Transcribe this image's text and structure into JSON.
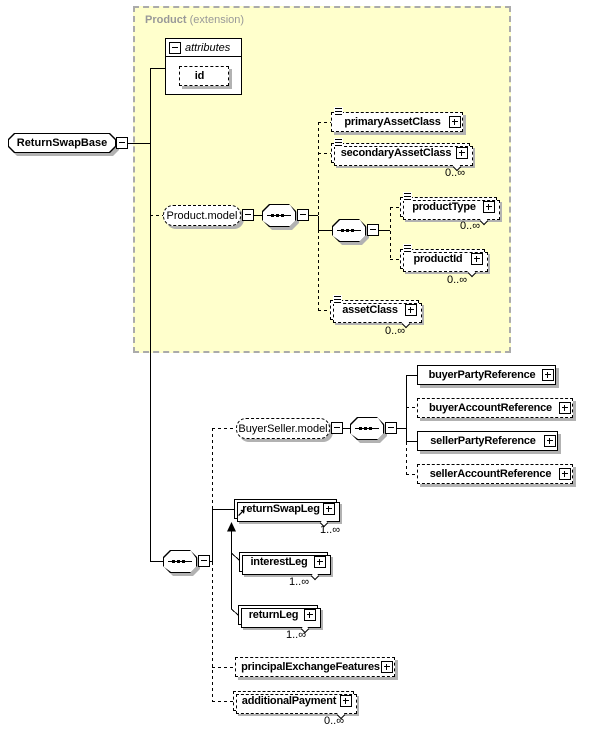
{
  "extension_block": {
    "title": "Product",
    "subtitle": "(extension)",
    "fill": "#ffffcc"
  },
  "root": {
    "label": "ReturnSwapBase"
  },
  "attributes_group": {
    "label": "attributes",
    "attributes": [
      {
        "label": "id"
      }
    ]
  },
  "model_groups": {
    "product": {
      "label": "Product.model"
    },
    "buyer_seller": {
      "label": "BuyerSeller.model"
    }
  },
  "elements": {
    "primaryAssetClass": {
      "label": "primaryAssetClass"
    },
    "secondaryAssetClass": {
      "label": "secondaryAssetClass",
      "occurs": "0..∞"
    },
    "productType": {
      "label": "productType",
      "occurs": "0..∞"
    },
    "productId": {
      "label": "productId",
      "occurs": "0..∞"
    },
    "assetClass": {
      "label": "assetClass",
      "occurs": "0..∞"
    },
    "buyerPartyReference": {
      "label": "buyerPartyReference"
    },
    "buyerAccountReference": {
      "label": "buyerAccountReference"
    },
    "sellerPartyReference": {
      "label": "sellerPartyReference"
    },
    "sellerAccountReference": {
      "label": "sellerAccountReference"
    },
    "returnSwapLeg": {
      "label": "returnSwapLeg",
      "occurs": "1..∞"
    },
    "interestLeg": {
      "label": "interestLeg",
      "occurs": "1..∞"
    },
    "returnLeg": {
      "label": "returnLeg",
      "occurs": "1..∞"
    },
    "principalExchangeFeatures": {
      "label": "principalExchangeFeatures"
    },
    "additionalPayment": {
      "label": "additionalPayment",
      "occurs": "0..∞"
    }
  },
  "icons": {
    "collapse": "−",
    "expand": "+",
    "sequence": "sequence",
    "complex_content": "≡",
    "substitution_head": "↗"
  },
  "colors": {
    "box_border": "#000000",
    "shadow": "#b2b2b2",
    "extension_fill": "#ffffcc",
    "muted_text": "#999999"
  }
}
